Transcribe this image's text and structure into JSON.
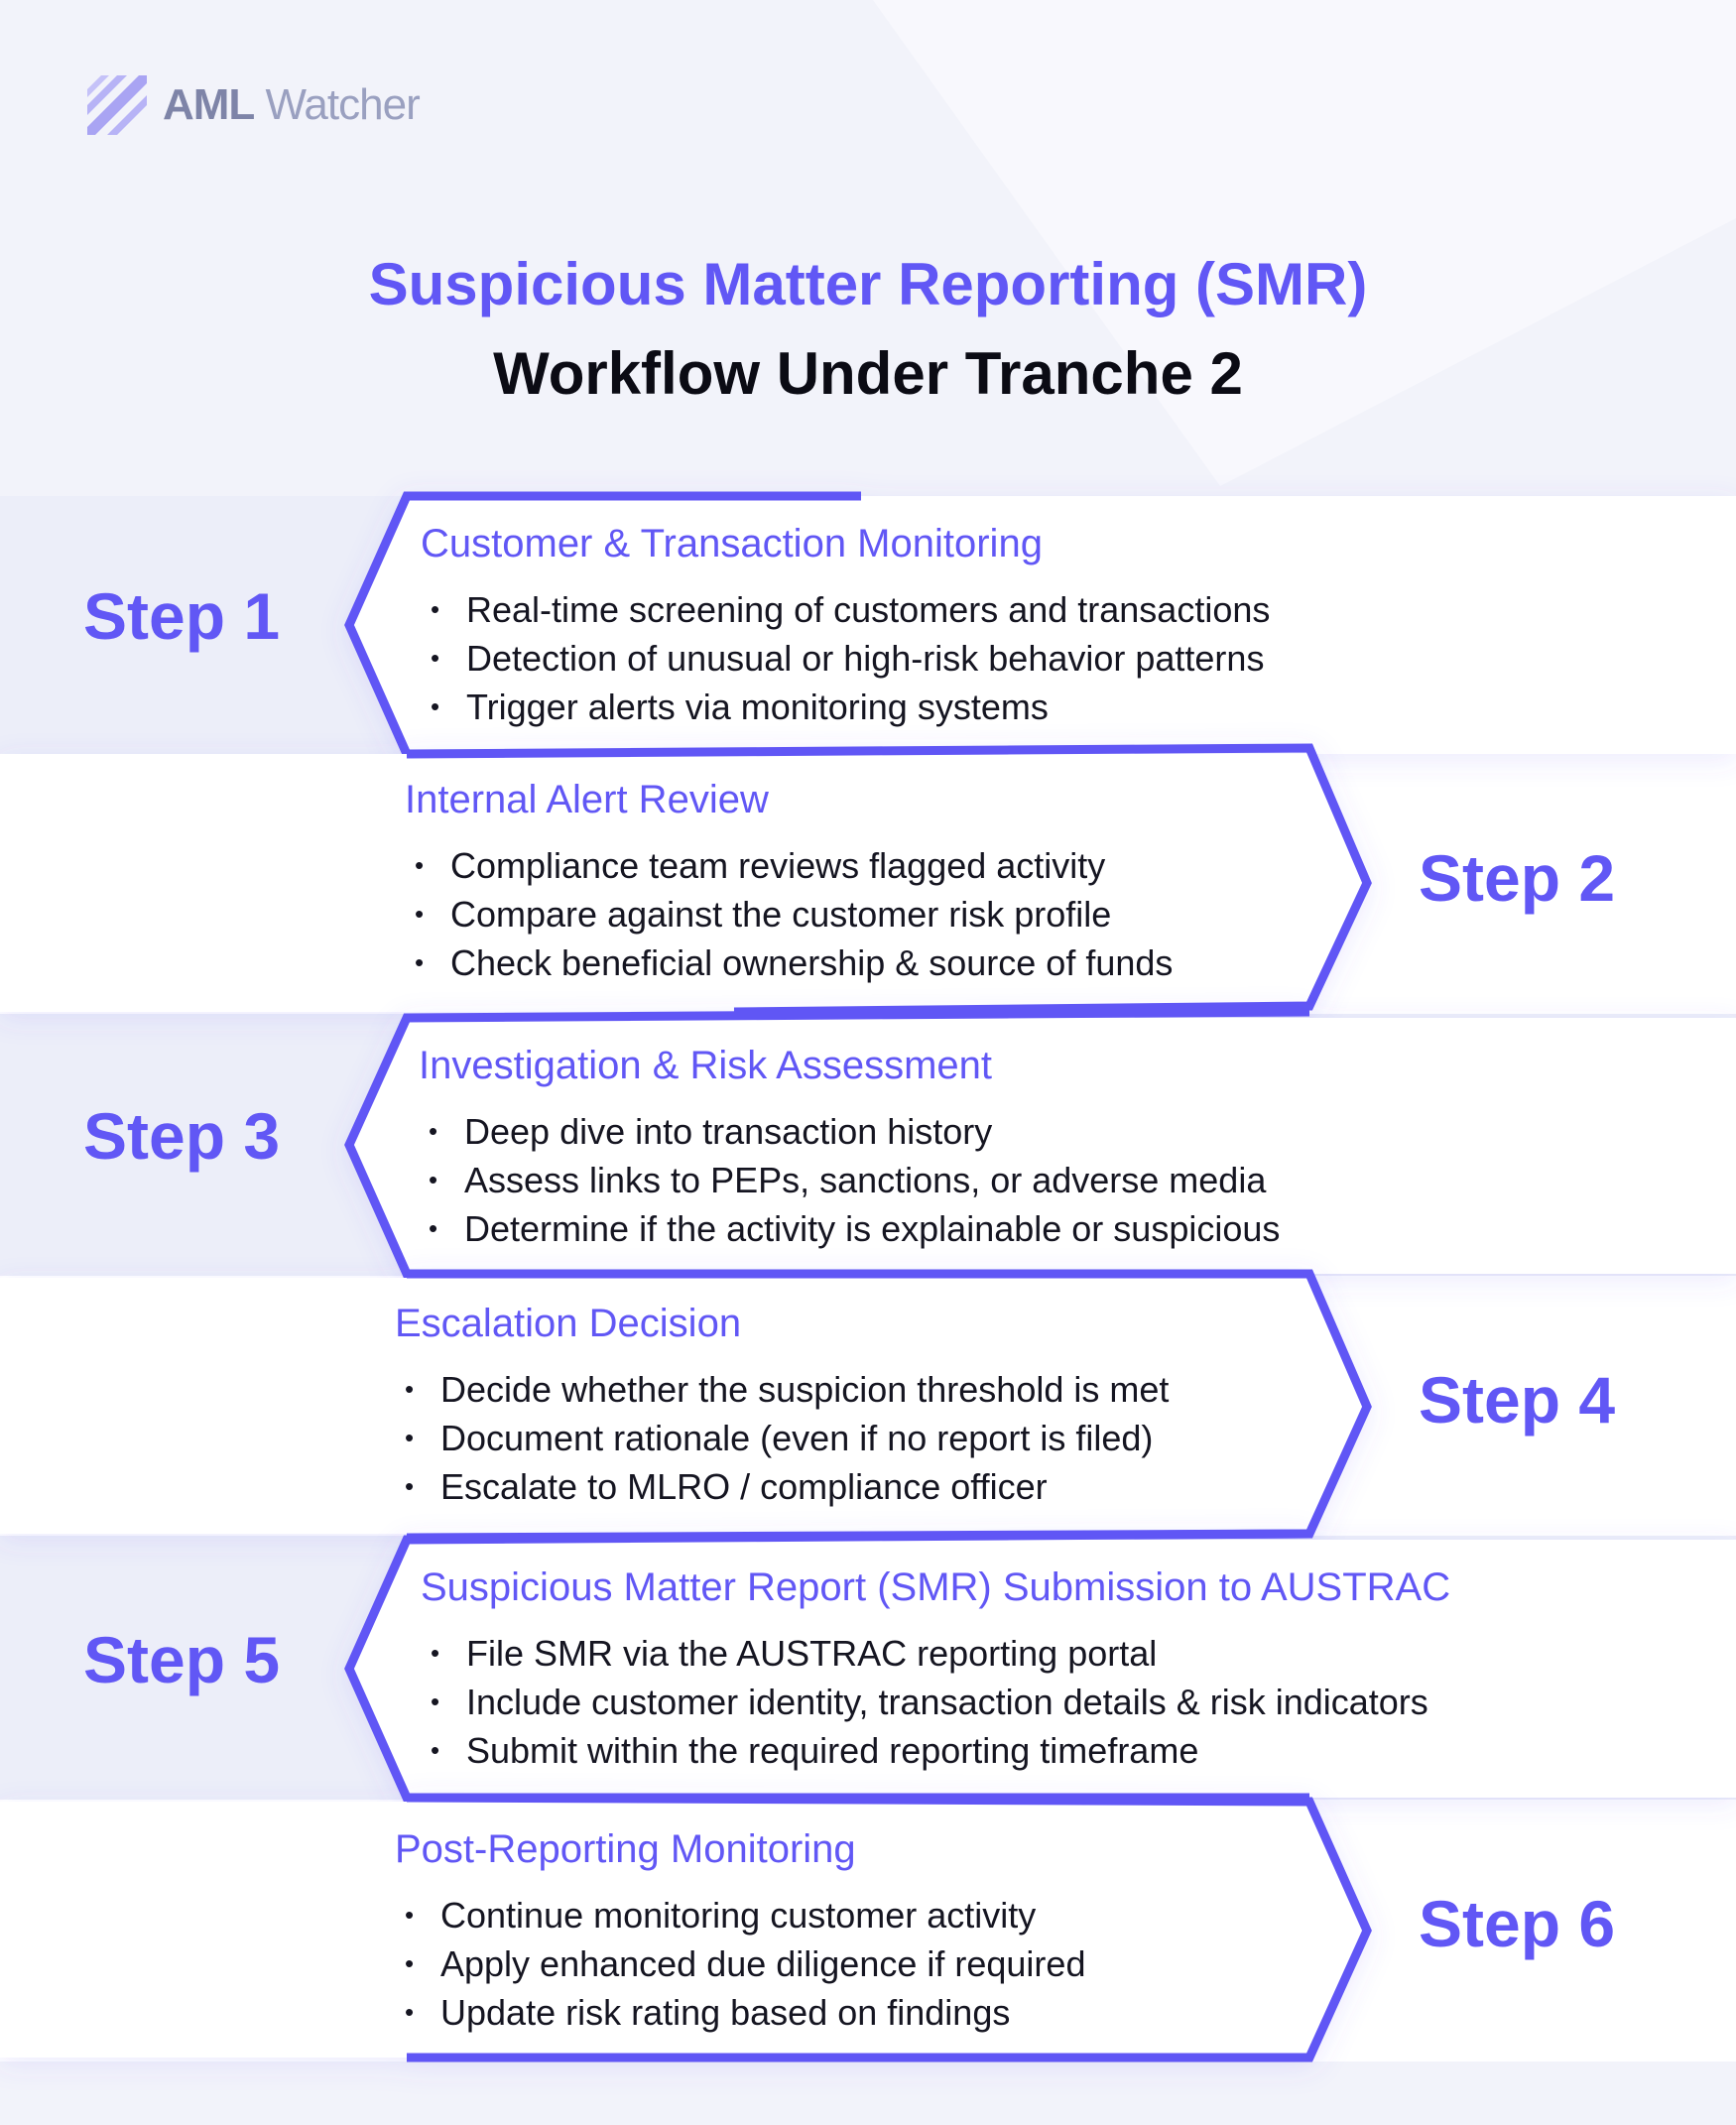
{
  "brand": {
    "name_bold": "AML",
    "name_light": " Watcher",
    "logo_icon": "diagonal-stripes-icon"
  },
  "title": {
    "line1": "Suspicious Matter Reporting (SMR)",
    "line2": "Workflow Under Tranche 2"
  },
  "colors": {
    "accent": "#6157f5",
    "text": "#151521",
    "band_light": "#eceef9",
    "band_white": "#ffffff"
  },
  "steps": [
    {
      "label": "Step 1",
      "title": "Customer & Transaction Monitoring",
      "bullets": [
        "Real-time screening of customers and transactions",
        "Detection of unusual or high-risk behavior patterns",
        "Trigger alerts via monitoring systems"
      ]
    },
    {
      "label": "Step 2",
      "title": "Internal Alert Review",
      "bullets": [
        "Compliance team reviews flagged activity",
        "Compare against the customer risk profile",
        "Check beneficial ownership & source of funds"
      ]
    },
    {
      "label": "Step 3",
      "title": "Investigation & Risk Assessment",
      "bullets": [
        "Deep dive into transaction history",
        "Assess links to PEPs, sanctions, or adverse media",
        "Determine if the activity is explainable or suspicious"
      ]
    },
    {
      "label": "Step 4",
      "title": "Escalation Decision",
      "bullets": [
        "Decide whether the suspicion threshold is met",
        "Document rationale (even if no report is filed)",
        "Escalate to MLRO / compliance officer"
      ]
    },
    {
      "label": "Step 5",
      "title": "Suspicious Matter Report (SMR) Submission to AUSTRAC",
      "bullets": [
        "File SMR via the AUSTRAC reporting portal",
        "Include customer identity, transaction details & risk indicators",
        "Submit within the required reporting timeframe"
      ]
    },
    {
      "label": "Step 6",
      "title": "Post-Reporting Monitoring",
      "bullets": [
        "Continue monitoring customer activity",
        "Apply enhanced due diligence if required",
        "Update risk rating based on findings"
      ]
    }
  ]
}
